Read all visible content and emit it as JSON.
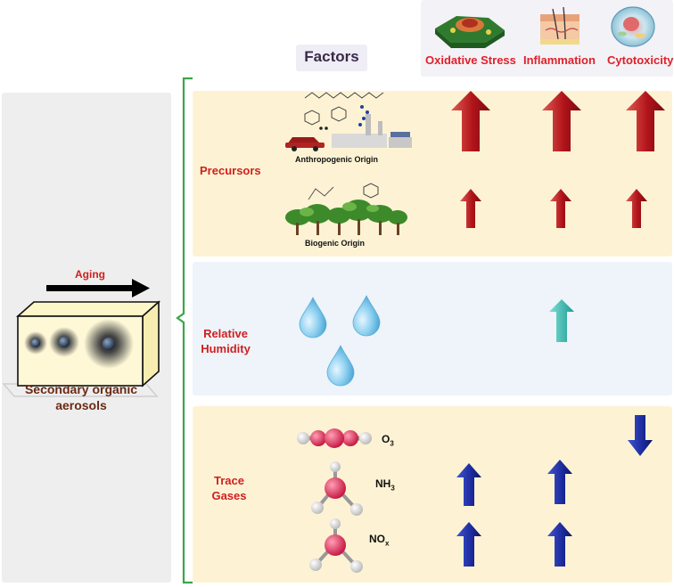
{
  "header": {
    "factors_title": "Factors",
    "effects": [
      {
        "label": "Oxidative Stress",
        "icon": "cell-icon"
      },
      {
        "label": "Inflammation",
        "icon": "skin-tissue-icon"
      },
      {
        "label": "Cytotoxicity",
        "icon": "cell-cross-section-icon"
      }
    ]
  },
  "aerosol": {
    "aging_label": "Aging",
    "box_label": "Secondary organic aerosols"
  },
  "factors": {
    "precursors": {
      "label": "Precursors",
      "anthropogenic_label": "Anthropogenic Origin",
      "biogenic_label": "Biogenic Origin"
    },
    "humidity": {
      "label": "Relative Humidity"
    },
    "trace_gases": {
      "label": "Trace Gases",
      "o3": {
        "base": "O",
        "sub": "3"
      },
      "nh3": {
        "base": "NH",
        "sub": "3"
      },
      "nox": {
        "base": "NO",
        "sub": "x"
      }
    }
  },
  "colors": {
    "red_text": "#d01f1f",
    "panel_yellow": "#fdf3d4",
    "panel_blue": "#eef4fa",
    "panel_gray": "#eeeeee",
    "bracket_green": "#3aa64a",
    "arrow_red": "#c0181c",
    "arrow_blue": "#1c2a9c",
    "arrow_teal": "#2ab0a8",
    "water_drop": "#7cc4e8",
    "molecule_red": "#e2335b"
  }
}
